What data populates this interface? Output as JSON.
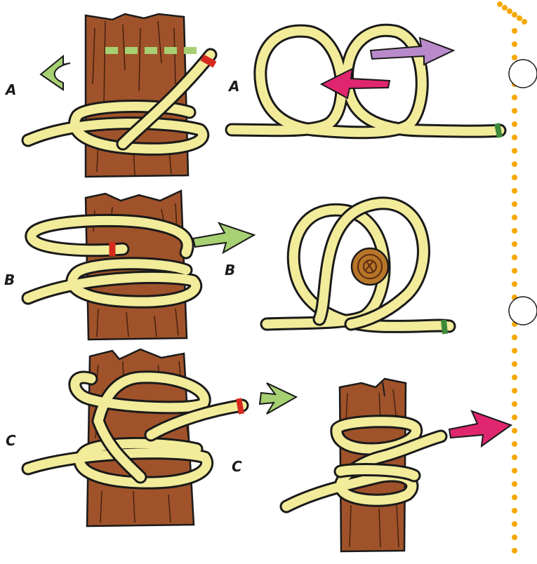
{
  "colors": {
    "rope": "#f2eb9a",
    "wood": "#a0532a",
    "wood_dark": "#5a2a12",
    "green_arrow": "#a6d071",
    "pink_arrow": "#e0266f",
    "purple_arrow": "#b98acb",
    "red_band": "#d62a1e",
    "green_band": "#3d8a3a",
    "dot_border": "#f5a800"
  },
  "panels": [
    {
      "id": "left-A",
      "label": "A"
    },
    {
      "id": "left-B",
      "label": "B"
    },
    {
      "id": "left-C",
      "label": "C"
    },
    {
      "id": "right-A",
      "label": "A"
    },
    {
      "id": "right-B",
      "label": "B"
    },
    {
      "id": "right-C",
      "label": "C"
    }
  ],
  "icons": [
    "green-arrow-icon",
    "pink-arrow-icon",
    "purple-arrow-icon",
    "log-end-icon"
  ],
  "side_markers": [
    "hole-marker",
    "hole-marker"
  ]
}
